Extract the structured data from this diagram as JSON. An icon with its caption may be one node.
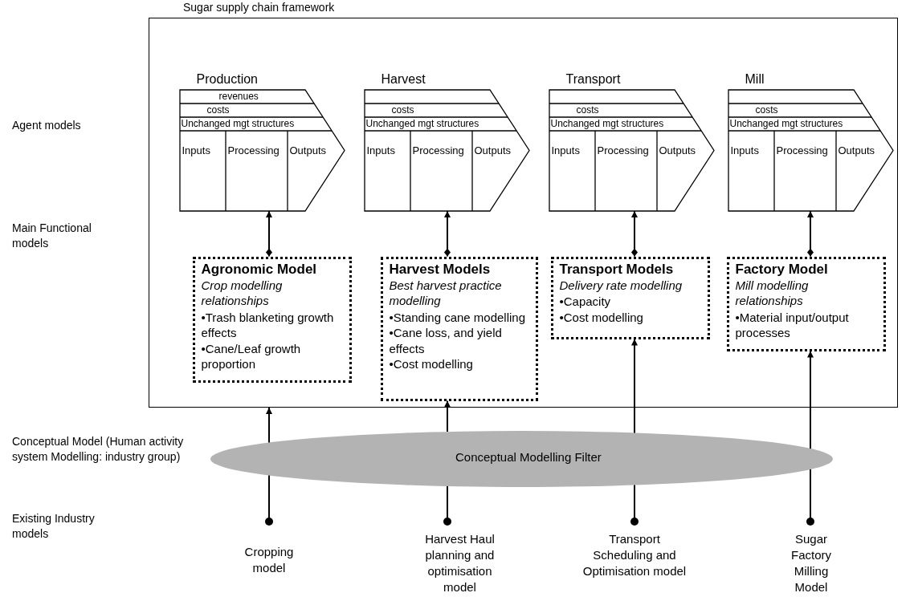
{
  "diagram": {
    "nodes": [
      {
        "text": [
          "Sugar supply chain framework"
        ]
      },
      {
        "text": [
          "Production",
          "revenues",
          "costs",
          "Unchanged mgt structures",
          "Inputs",
          "Processing",
          "Outputs"
        ],
        "in": 0
      },
      {
        "text": [
          "Harvest",
          "costs",
          "Unchanged mgt structures",
          "Inputs",
          "Processing",
          "Outputs"
        ],
        "in": 0
      },
      {
        "text": [
          "Transport",
          "costs",
          "Unchanged mgt structures",
          "Inputs",
          "Processing",
          "Outputs"
        ],
        "in": 0
      },
      {
        "text": [
          "Mill",
          "costs",
          "Unchanged mgt structures",
          "Inputs",
          "Processing",
          "Outputs"
        ],
        "in": 0
      },
      {
        "text": [
          "Agronomic Model",
          "Crop modelling relationships",
          "•Trash blanketing growth effects",
          "•Cane/Leaf growth proportion"
        ],
        "in": 0
      },
      {
        "text": [
          "Harvest Models",
          "Best harvest practice modelling",
          "•Standing cane modelling",
          "•Cane loss, and yield effects",
          "•Cost modelling"
        ],
        "in": 0
      },
      {
        "text": [
          "Transport Models",
          "Delivery rate modelling",
          "•Capacity",
          "•Cost modelling"
        ],
        "in": 0
      },
      {
        "text": [
          "Factory Model",
          "Mill modelling relationships",
          "•Material input/output processes"
        ],
        "in": 0
      },
      {
        "text": [
          "Conceptual Modelling Filter"
        ]
      },
      {
        "text": [
          "Cropping model"
        ]
      },
      {
        "text": [
          "Harvest Haul planning and optimisation model"
        ]
      },
      {
        "text": [
          "Transport Scheduling and Optimisation model"
        ]
      },
      {
        "text": [
          "Sugar Factory Milling Model"
        ]
      }
    ],
    "edges": [
      {
        "from": 5,
        "to": 1,
        "arrow": "to"
      },
      {
        "from": 6,
        "to": 2,
        "arrow": "to"
      },
      {
        "from": 7,
        "to": 3,
        "arrow": "to"
      },
      {
        "from": 8,
        "to": 4,
        "arrow": "to"
      },
      {
        "from": 10,
        "to": 9,
        "arrow": "other"
      },
      {
        "from": 9,
        "to": 0,
        "arrow": "to"
      },
      {
        "from": 11,
        "to": 9,
        "arrow": "other"
      },
      {
        "from": 9,
        "to": 6,
        "arrow": "to"
      },
      {
        "from": 12,
        "to": 9,
        "arrow": "other"
      },
      {
        "from": 9,
        "to": 7,
        "arrow": "to"
      },
      {
        "from": 13,
        "to": 9,
        "arrow": "other"
      },
      {
        "from": 9,
        "to": 8,
        "arrow": "to"
      }
    ],
    "labels": [
      "Agent models",
      "Main Functional models",
      "Conceptual Model (Human activity system Modelling: industry group)",
      "Existing Industry models"
    ]
  }
}
